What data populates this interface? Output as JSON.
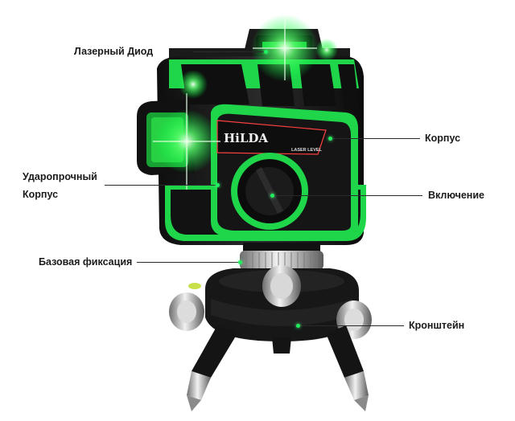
{
  "product": {
    "brand": "HiLDA",
    "model_text": "LASER LEVEL"
  },
  "callouts": {
    "laser_diode": "Лазерный Диод",
    "body": "Корпус",
    "shockproof_body_line1": "Ударопрочный",
    "shockproof_body_line2": "Корпус",
    "power": "Включение",
    "base_lock": "Базовая фиксация",
    "bracket": "Кронштейн"
  },
  "colors": {
    "accent_green": "#22e04a",
    "body_black": "#141414",
    "metal": "#b8b8b8"
  }
}
